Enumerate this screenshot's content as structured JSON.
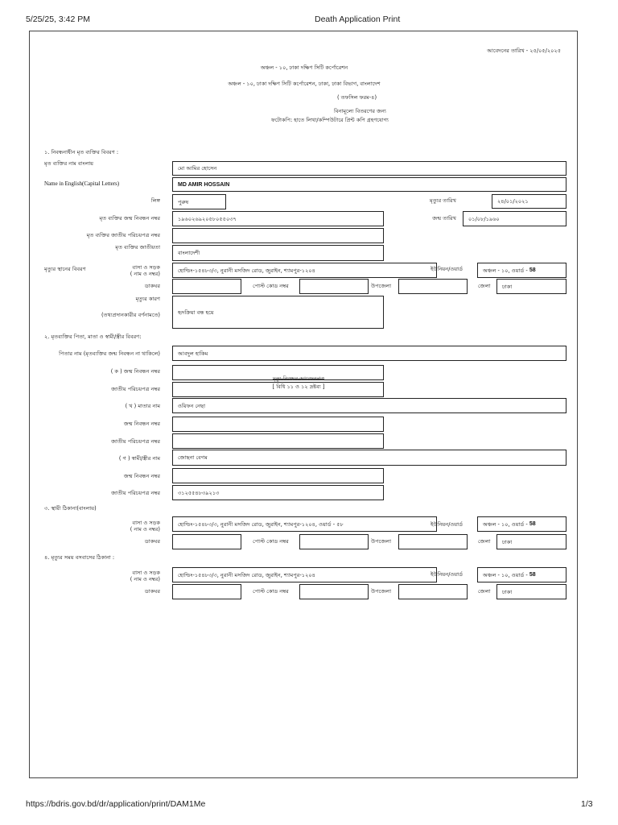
{
  "browser": {
    "timestamp": "5/25/25, 3:42 PM",
    "doc_title": "Death Application Print",
    "url": "https://bdris.gov.bd/dr/application/print/DAM1Me",
    "page_num": "1/3"
  },
  "header": {
    "app_date": "আবেদনের তারিখ - ২৫/০৫/২০২৫",
    "line1": "অঞ্চল - ১০, ঢাকা দক্ষিণ সিটি কর্পোরেশন",
    "line2": "অঞ্চল - ১০, ঢাকা দক্ষিণ সিটি কর্পোরেশন, ঢাকা, ঢাকা বিভাগ, বাংলাদেশ",
    "form_no": "( তফসিল ফরম-৪)",
    "note1": "বিনামূল্যে বিতরণের জন্য",
    "note2": "ফটোকপি: হাতে লিখা/কম্পিউটারে প্রিন্ট কপি গ্রহণযোগ্য"
  },
  "section1": {
    "title": "১. নিবন্ধনাধীন মৃত ব্যক্তির বিবরণ :",
    "name_bn_label": "মৃত ব্যক্তির নাম বাংলায়",
    "name_bn": "মো আমির হোসেন",
    "name_en_label": "Name in English(Capital Letters)",
    "name_en": "MD AMIR HOSSAIN",
    "sex_label": "লিঙ্গ",
    "sex": "পুরুষ",
    "death_date_label": "মৃত্যুর তারিখ",
    "death_date": "২৪/০১/২০২১",
    "brn_label": "মৃত ব্যক্তির জন্ম নিবন্ধন নম্বর",
    "brn": "১৯৬০২৬৯২০৫৮০৫৫০৩৭",
    "dob_label": "জন্ম তারিখ",
    "dob": "০১/০৮/১৯৬০",
    "nid_label": "মৃত ব্যক্তির জাতীয় পরিচয়পত্র নম্বর",
    "nid": "",
    "nationality_label": "মৃত ব্যক্তির জাতীয়তা",
    "nationality": "বাংলাদেশী",
    "place_label": "মৃত্যুর স্থানের বিবরণ",
    "house_label_1": "বাসা ও সড়ক",
    "house_label_2": "( নাম ও নম্বর)",
    "house": "হোল্ডিং-১৫৪৮৩/৩, নুরানী মসজিদ রোড, জুরাইন, শ্যামপুর-১২০৪",
    "union_label": "ইউনিয়ন/ওয়ার্ড",
    "ward_prefix": "অঞ্চল - ১০, ওয়ার্ড -",
    "ward_num": "58",
    "post_label": "ডাকঘর",
    "post": "",
    "postcode_label": "পোস্ট কোড নম্বর",
    "postcode": "",
    "upazila_label": "উপজেলা",
    "upazila": "",
    "district_label": "জেলা",
    "district": "ঢাকা",
    "cause_label": "মৃত্যুর কারণ",
    "cause_sub": "(তথ্যপ্রদানকারীর বর্ণনামতে)",
    "cause": "হৃদক্রিয়া বন্ধ হয়ে"
  },
  "section2": {
    "title": "২. মৃতব্যক্তির পিতা, মাতা ও স্বামী/স্ত্রীর বিবরণ:",
    "father_label": "পিতার নাম (মৃতব্যক্তির জন্ম নিবন্ধন না থাকিলে)",
    "father": "আবদুল হাকিম",
    "father_brn_label": "( ক ) জন্ম নিবন্ধন নম্বর",
    "father_brn": "",
    "overlay_line1": "মৃত্যু নিবন্ধন আবেদনপত্র",
    "overlay_line2": "[ বিধি ১১ ও ১২ দ্রষ্টব্য ]",
    "father_nid_label": "জাতীয় পরিচয়পত্র নম্বর",
    "father_nid": "",
    "mother_label": "( খ ) মাতার নাম",
    "mother": "ওয়িফন নেছা",
    "mother_brn_label": "জন্ম নিবন্ধন নম্বর",
    "mother_brn": "",
    "mother_nid_label": "জাতীয় পরিচয়পত্র নম্বর",
    "mother_nid": "",
    "spouse_label": "( গ ) স্বামী/স্ত্রীর নাম",
    "spouse": "জোছনা বেগম",
    "spouse_brn_label": "জন্ম নিবন্ধন নম্বর",
    "spouse_brn": "",
    "spouse_nid_label": "জাতীয় পরিচয়পত্র নম্বর",
    "spouse_nid": "৩১২৫৫৪৮৩৯২১৩"
  },
  "section3": {
    "title": "৩. স্থায়ী ঠিকানা(বাংলায়)",
    "house": "হোল্ডিং-১৫৪৮৩/৩, নুরানী মসজিদ রোড, জুরাইন, শ্যামপুর-১২০৪, ওয়ার্ড - ৫৮",
    "ward_num": "58",
    "district": "ঢাকা"
  },
  "section4": {
    "title": "৪. মৃত্যুর সময় বসবাসের ঠিকানা :",
    "house": "হোল্ডিং-১৫৪৮৩/৩, নুরানী মসজিদ রোড, জুরাইন, শ্যামপুর-১২০৪",
    "ward_num": "58",
    "district": "ঢাকা"
  }
}
